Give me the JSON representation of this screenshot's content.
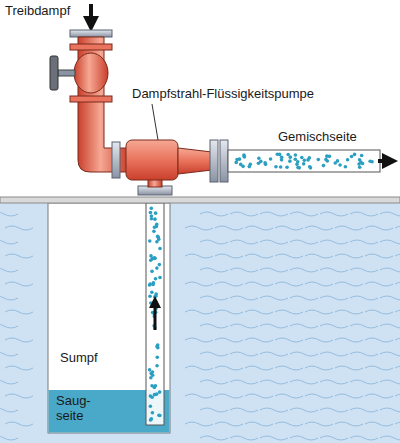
{
  "diagram": {
    "labels": [
      "Treibdampf",
      "Dampfstrahl-Flüssigkeitspumpe",
      "Gemischseite",
      "Sumpf",
      "Saug- seite"
    ]
  }
}
